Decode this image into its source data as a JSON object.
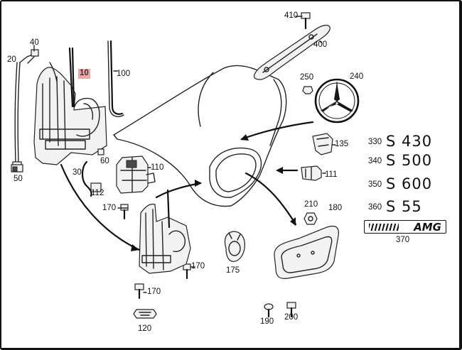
{
  "callouts": {
    "c10": "10",
    "c20": "20",
    "c30": "30",
    "c40": "40",
    "c50": "50",
    "c60": "60",
    "c100": "100",
    "c110": "110",
    "c111": "111",
    "c112": "112",
    "c120": "120",
    "c135": "135",
    "c170a": "170",
    "c170b": "170",
    "c170c": "170",
    "c175": "175",
    "c180": "180",
    "c190": "190",
    "c200": "200",
    "c210": "210",
    "c240": "240",
    "c250": "250",
    "c400": "400",
    "c410": "410"
  },
  "badges": [
    {
      "num": "330",
      "model": "S 430"
    },
    {
      "num": "340",
      "model": "S 500"
    },
    {
      "num": "350",
      "model": "S 600"
    },
    {
      "num": "360",
      "model": "S 55"
    }
  ],
  "amg": {
    "text": "AMG",
    "num": "370"
  },
  "colors": {
    "highlight": "#f3a7a2",
    "ink": "#111111"
  }
}
